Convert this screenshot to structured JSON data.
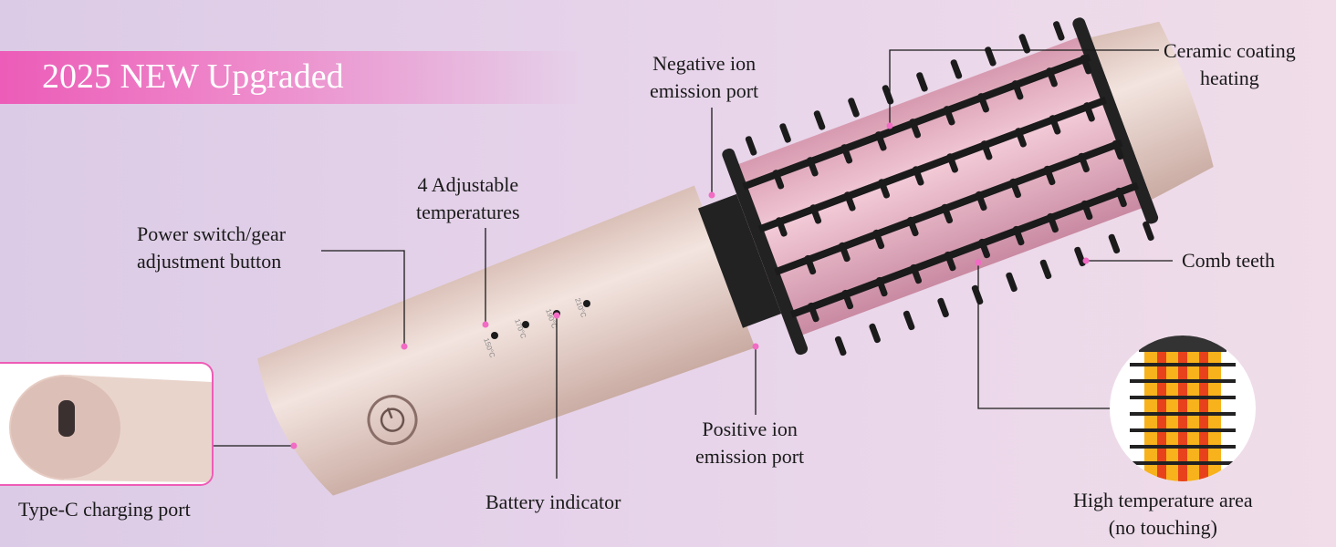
{
  "banner": {
    "title": "2025 NEW Upgraded",
    "color": "#ec5cb8"
  },
  "callouts": {
    "negative_ion": "Negative ion\nemission port",
    "ceramic": "Ceramic coating\nheating",
    "temperatures": "4 Adjustable\ntemperatures",
    "power": "Power switch/gear\nadjustment button",
    "comb_teeth": "Comb teeth",
    "positive_ion": "Positive ion\nemission port",
    "battery": "Battery indicator",
    "type_c": "Type-C charging port",
    "high_temp": "High temperature area\n(no touching)"
  },
  "temperature_levels": [
    "150°C",
    "170°C",
    "190°C",
    "210°C"
  ],
  "colors": {
    "body": "#e8d3cc",
    "barrel": "#e9b2c4",
    "bristle": "#1b1b1b",
    "dot": "#f26bc4"
  }
}
